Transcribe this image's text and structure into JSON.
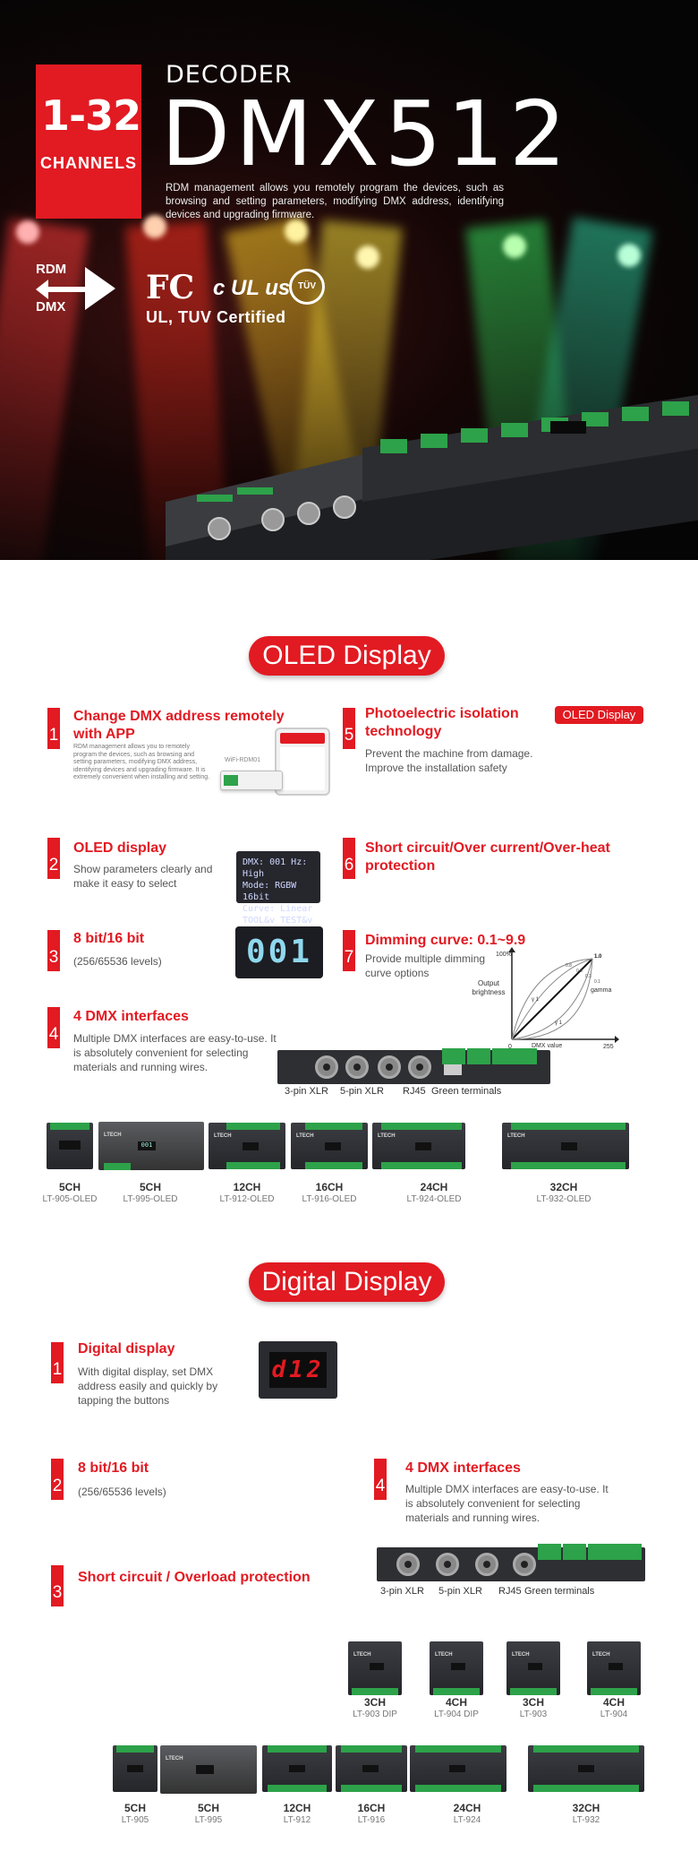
{
  "hero": {
    "badge_range": "1-32",
    "badge_label": "CHANNELS",
    "kicker": "DECODER",
    "title": "DMX512",
    "description": "RDM management allows you remotely program the devices, such as browsing and setting parameters, modifying DMX address, identifying devices and upgrading firmware.",
    "rdm_label": "RDM",
    "dmx_label": "DMX",
    "cert_fc": "FC",
    "cert_ul": "c UL us",
    "cert_tuv": "TÜV",
    "certified_text": "UL, TUV Certified"
  },
  "oled_section": {
    "heading": "OLED Display",
    "corner_tag": "OLED Display",
    "features": [
      {
        "num": "1",
        "title": "Change DMX address remotely with APP",
        "desc": "RDM management allows you to remotely program the devices, such as browsing and setting parameters, modifying DMX address, identifying devices and upgrading firmware. It is extremely convenient when installing and setting."
      },
      {
        "num": "2",
        "title": "OLED display",
        "desc": "Show parameters clearly and make it easy to select"
      },
      {
        "num": "3",
        "title": "8 bit/16 bit",
        "desc": "(256/65536 levels)"
      },
      {
        "num": "4",
        "title": "4 DMX interfaces",
        "desc": "Multiple DMX interfaces are easy-to-use. It is absolutely convenient for selecting materials and running wires."
      },
      {
        "num": "5",
        "title": "Photoelectric isolation technology",
        "desc": "Prevent the machine from damage. Improve the installation safety"
      },
      {
        "num": "6",
        "title": "Short circuit/Over current/Over-heat protection",
        "desc": ""
      },
      {
        "num": "7",
        "title": "Dimming curve: 0.1~9.9",
        "desc": "Provide multiple dimming curve options"
      }
    ],
    "phone_label": "WiFi-RDM01",
    "oled_screen": [
      "DMX: 001  Hz: High",
      "Mode: RGBW  16bit",
      "Curve: Linear",
      "TOOL&v    TEST&v"
    ],
    "seg_value": "001",
    "curve": {
      "ylabel": "Output brightness",
      "xlabel": "DMX value",
      "y_top": "100%",
      "x_end": "255",
      "origin": "0",
      "gamma_label": "gamma",
      "marks": [
        "1.0",
        "0.8",
        "0.5",
        "0.3",
        "0.1"
      ],
      "g1": "γ 1",
      "g2": "γ 1"
    },
    "ports": [
      "3-pin XLR",
      "5-pin XLR",
      "RJ45",
      "Green terminals"
    ],
    "devices": [
      {
        "ch": "5CH",
        "model": "LT-905-OLED"
      },
      {
        "ch": "5CH",
        "model": "LT-995-OLED"
      },
      {
        "ch": "12CH",
        "model": "LT-912-OLED"
      },
      {
        "ch": "16CH",
        "model": "LT-916-OLED"
      },
      {
        "ch": "24CH",
        "model": "LT-924-OLED"
      },
      {
        "ch": "32CH",
        "model": "LT-932-OLED"
      }
    ]
  },
  "digital_section": {
    "heading": "Digital Display",
    "features": [
      {
        "num": "1",
        "title": "Digital display",
        "desc": "With digital display, set DMX address easily and quickly by tapping the buttons"
      },
      {
        "num": "2",
        "title": "8 bit/16 bit",
        "desc": "(256/65536 levels)"
      },
      {
        "num": "3",
        "title": "Short circuit / Overload protection",
        "desc": ""
      },
      {
        "num": "4",
        "title": "4 DMX interfaces",
        "desc": "Multiple DMX interfaces are easy-to-use. It is absolutely convenient for selecting materials and running wires."
      }
    ],
    "digital_value": "d12",
    "ports": [
      "3-pin XLR",
      "5-pin XLR",
      "RJ45",
      "Green terminals"
    ],
    "devices_top": [
      {
        "ch": "3CH",
        "model": "LT-903 DIP"
      },
      {
        "ch": "4CH",
        "model": "LT-904 DIP"
      },
      {
        "ch": "3CH",
        "model": "LT-903"
      },
      {
        "ch": "4CH",
        "model": "LT-904"
      }
    ],
    "devices_bottom": [
      {
        "ch": "5CH",
        "model": "LT-905"
      },
      {
        "ch": "5CH",
        "model": "LT-995"
      },
      {
        "ch": "12CH",
        "model": "LT-912"
      },
      {
        "ch": "16CH",
        "model": "LT-916"
      },
      {
        "ch": "24CH",
        "model": "LT-924"
      },
      {
        "ch": "32CH",
        "model": "LT-932"
      }
    ]
  },
  "colors": {
    "accent": "#e21a22",
    "terminal_green": "#2da24a"
  }
}
